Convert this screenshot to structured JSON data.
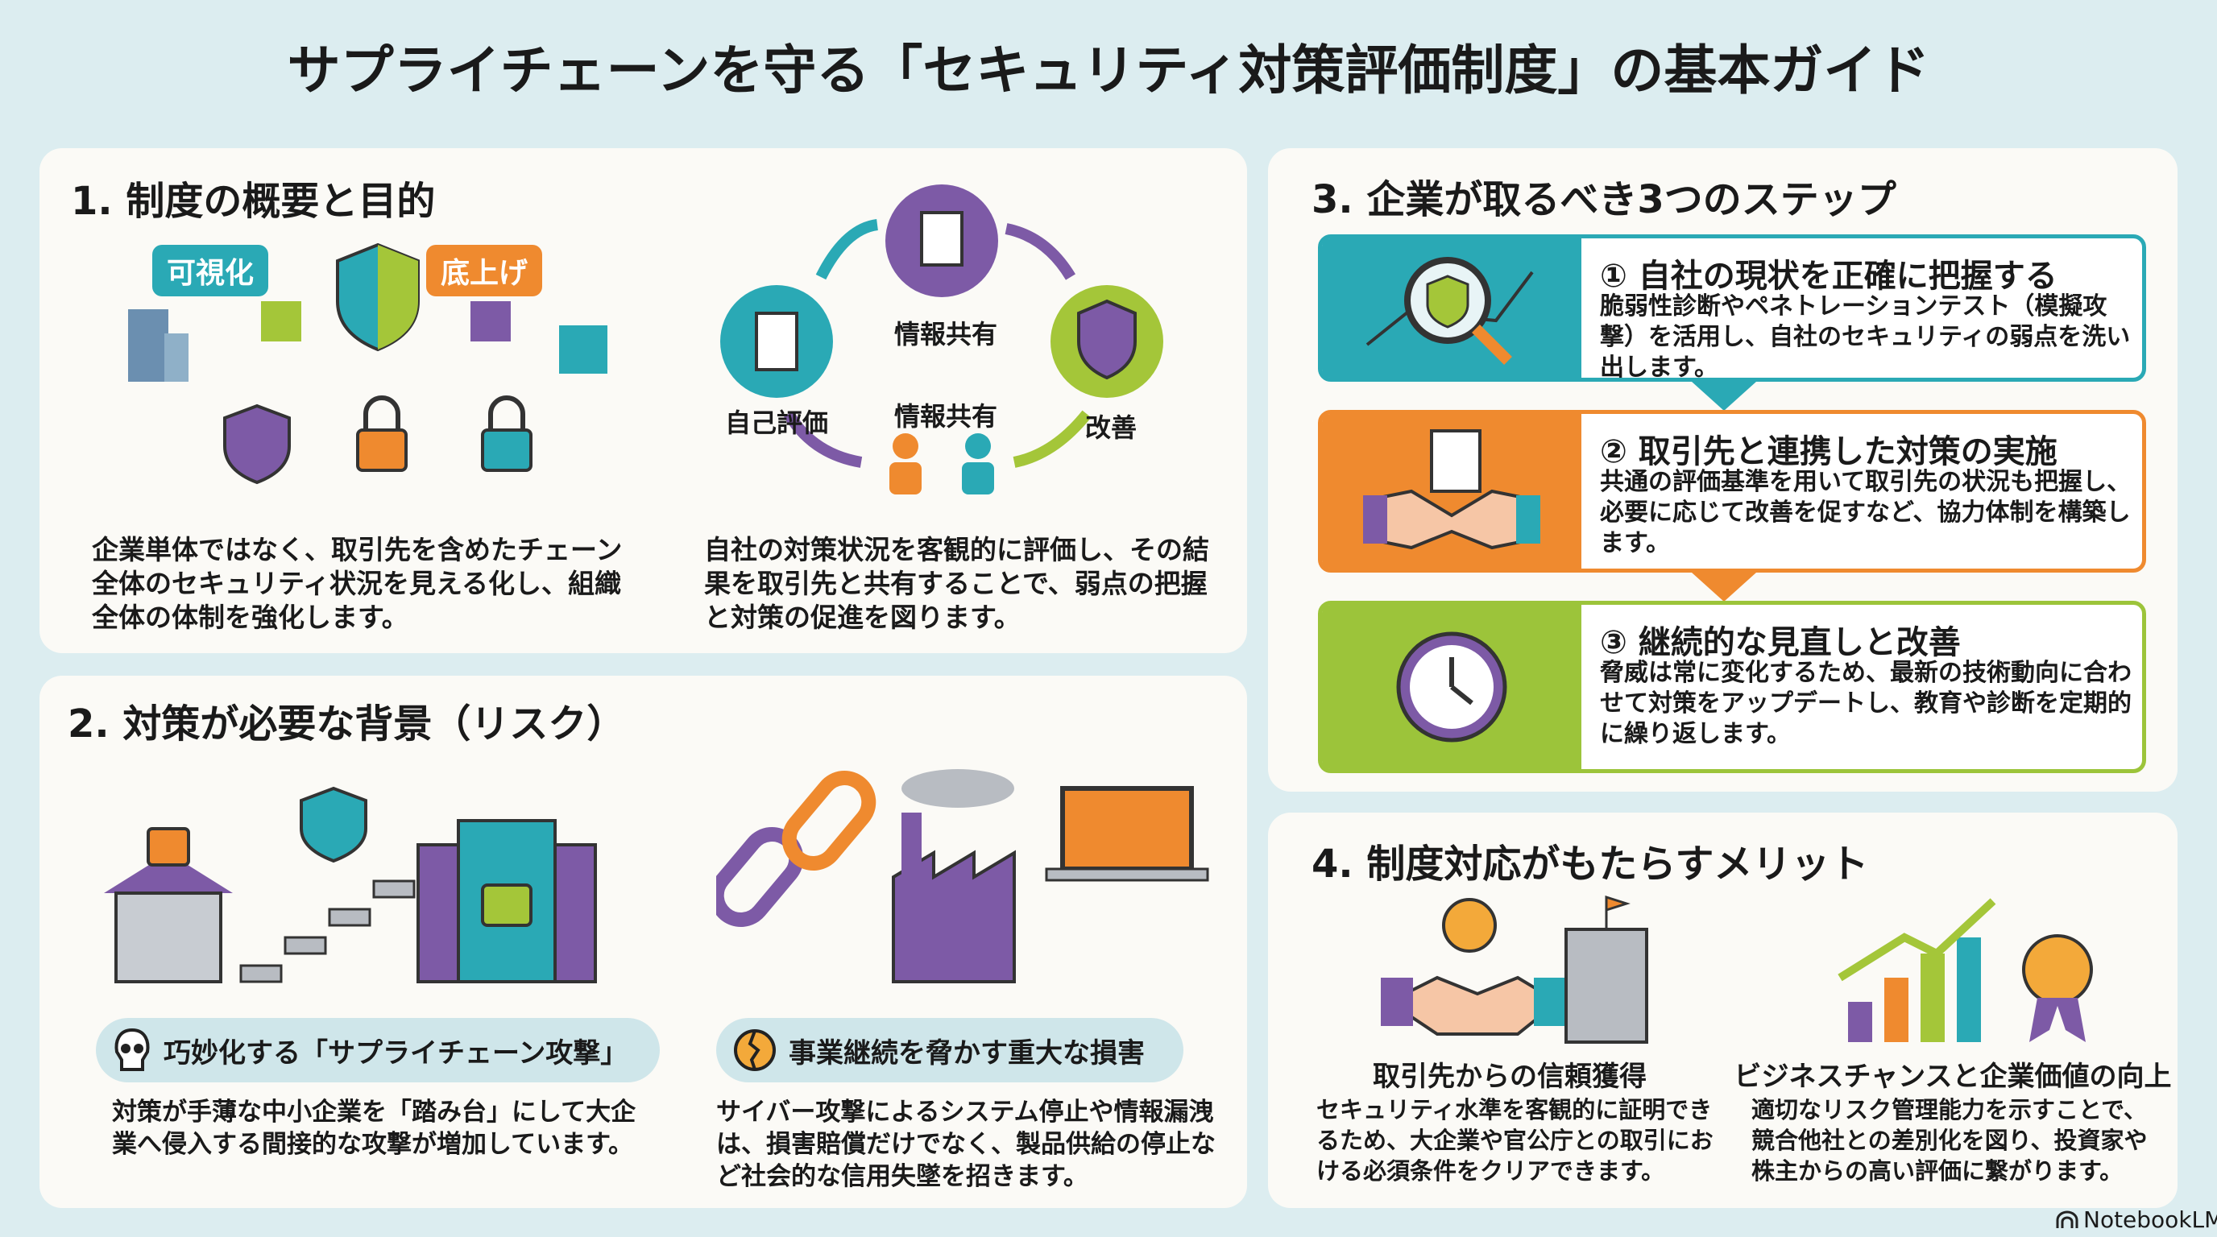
{
  "title": "サプライチェーンを守る「セキュリティ対策評価制度」の基本ガイド",
  "section1": {
    "heading": "1. 制度の概要と目的",
    "tag_visibility": "可視化",
    "tag_raise": "底上げ",
    "cycle": {
      "top": "情報共有",
      "left": "自己評価",
      "right": "改善",
      "center": "情報共有"
    },
    "left_text": "企業単体ではなく、取引先を含めたチェーン全体のセキュリティ状況を見える化し、組織全体の体制を強化します。",
    "right_text": "自社の対策状況を客観的に評価し、その結果を取引先と共有することで、弱点の把握と対策の促進を図ります。"
  },
  "section2": {
    "heading": "2. 対策が必要な背景（リスク）",
    "risk1": {
      "title": "巧妙化する「サプライチェーン攻撃」",
      "text": "対策が手薄な中小企業を「踏み台」にして大企業へ侵入する間接的な攻撃が増加しています。"
    },
    "risk2": {
      "title": "事業継続を脅かす重大な損害",
      "text": "サイバー攻撃によるシステム停止や情報漏洩は、損害賠償だけでなく、製品供給の停止など社会的な信用失墜を招きます。"
    }
  },
  "section3": {
    "heading": "3. 企業が取るべき3つのステップ",
    "steps": [
      {
        "title": "① 自社の現状を正確に把握する",
        "text": "脆弱性診断やペネトレーションテスト（模擬攻撃）を活用し、自社のセキュリティの弱点を洗い出します。"
      },
      {
        "title": "② 取引先と連携した対策の実施",
        "text": "共通の評価基準を用いて取引先の状況も把握し、必要に応じて改善を促すなど、協力体制を構築します。"
      },
      {
        "title": "③ 継続的な見直しと改善",
        "text": "脅威は常に変化するため、最新の技術動向に合わせて対策をアップデートし、教育や診断を定期的に繰り返します。"
      }
    ]
  },
  "section4": {
    "heading": "4. 制度対応がもたらすメリット",
    "merit1": {
      "title": "取引先からの信頼獲得",
      "text": "セキュリティ水準を客観的に証明できるため、大企業や官公庁との取引における必須条件をクリアできます。"
    },
    "merit2": {
      "title": "ビジネスチャンスと企業価値の向上",
      "text": "適切なリスク管理能力を示すことで、競合他社との差別化を図り、投資家や株主からの高い評価に繋がります。"
    }
  },
  "footer": {
    "brand": "NotebookLM"
  },
  "colors": {
    "teal": "#2aa9b5",
    "orange": "#ef8a2f",
    "green": "#9cc43a",
    "purple": "#7d5aa6",
    "bg": "#dcedf0"
  }
}
